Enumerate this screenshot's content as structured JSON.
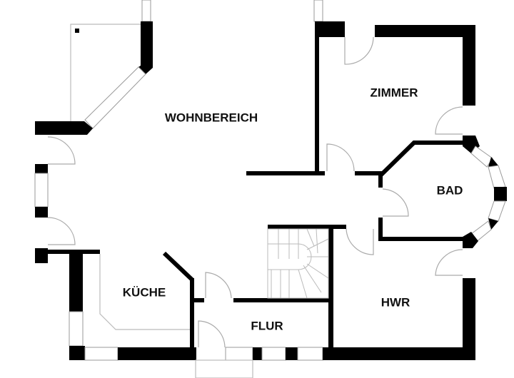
{
  "rooms": {
    "living": "WOHNBEREICH",
    "room": "ZIMMER",
    "bath": "BAD",
    "kitchen": "KÜCHE",
    "hall": "FLUR",
    "utility": "HWR"
  },
  "colors": {
    "wall": "#000000",
    "fixture": "#aaaaaa",
    "background": "#ffffff"
  }
}
